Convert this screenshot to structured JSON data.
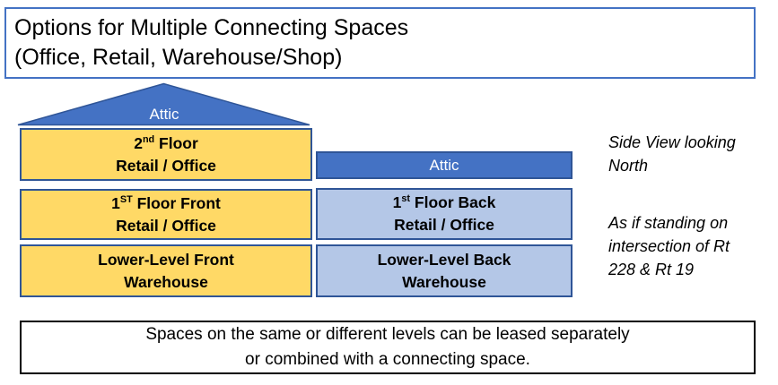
{
  "title": {
    "line1": "Options for Multiple Connecting Spaces",
    "line2": "(Office, Retail, Warehouse/Shop)"
  },
  "roof": {
    "label": "Attic"
  },
  "building": {
    "left": {
      "floor2": {
        "line1_num": "2",
        "line1_sup": "nd",
        "line1_rest": " Floor",
        "line2": "Retail / Office"
      },
      "floor1": {
        "line1_num": "1",
        "line1_sup": "ST",
        "line1_rest": " Floor Front",
        "line2": "Retail / Office"
      },
      "lower": {
        "line1": "Lower-Level Front",
        "line2": "Warehouse"
      }
    },
    "right": {
      "attic": {
        "label": "Attic"
      },
      "floor1": {
        "line1_num": "1",
        "line1_sup": "st",
        "line1_rest": " Floor Back",
        "line2": "Retail / Office"
      },
      "lower": {
        "line1": "Lower-Level Back",
        "line2": "Warehouse"
      }
    }
  },
  "side_note": {
    "block1": [
      "Side View looking",
      "North"
    ],
    "block2": [
      "As if standing on",
      "intersection of Rt",
      "228 & Rt 19"
    ]
  },
  "footer": {
    "line1": "Spaces on the same or different levels can be leased separately",
    "line2": "or combined with a connecting space."
  },
  "colors": {
    "accent_blue": "#4472C4",
    "dark_blue_border": "#2F5597",
    "yellow_fill": "#FFD966",
    "light_blue_fill": "#B4C7E7",
    "title_border": "#4472C4",
    "footer_border": "#000000",
    "text": "#000000",
    "attic_text": "#FFFFFF"
  }
}
